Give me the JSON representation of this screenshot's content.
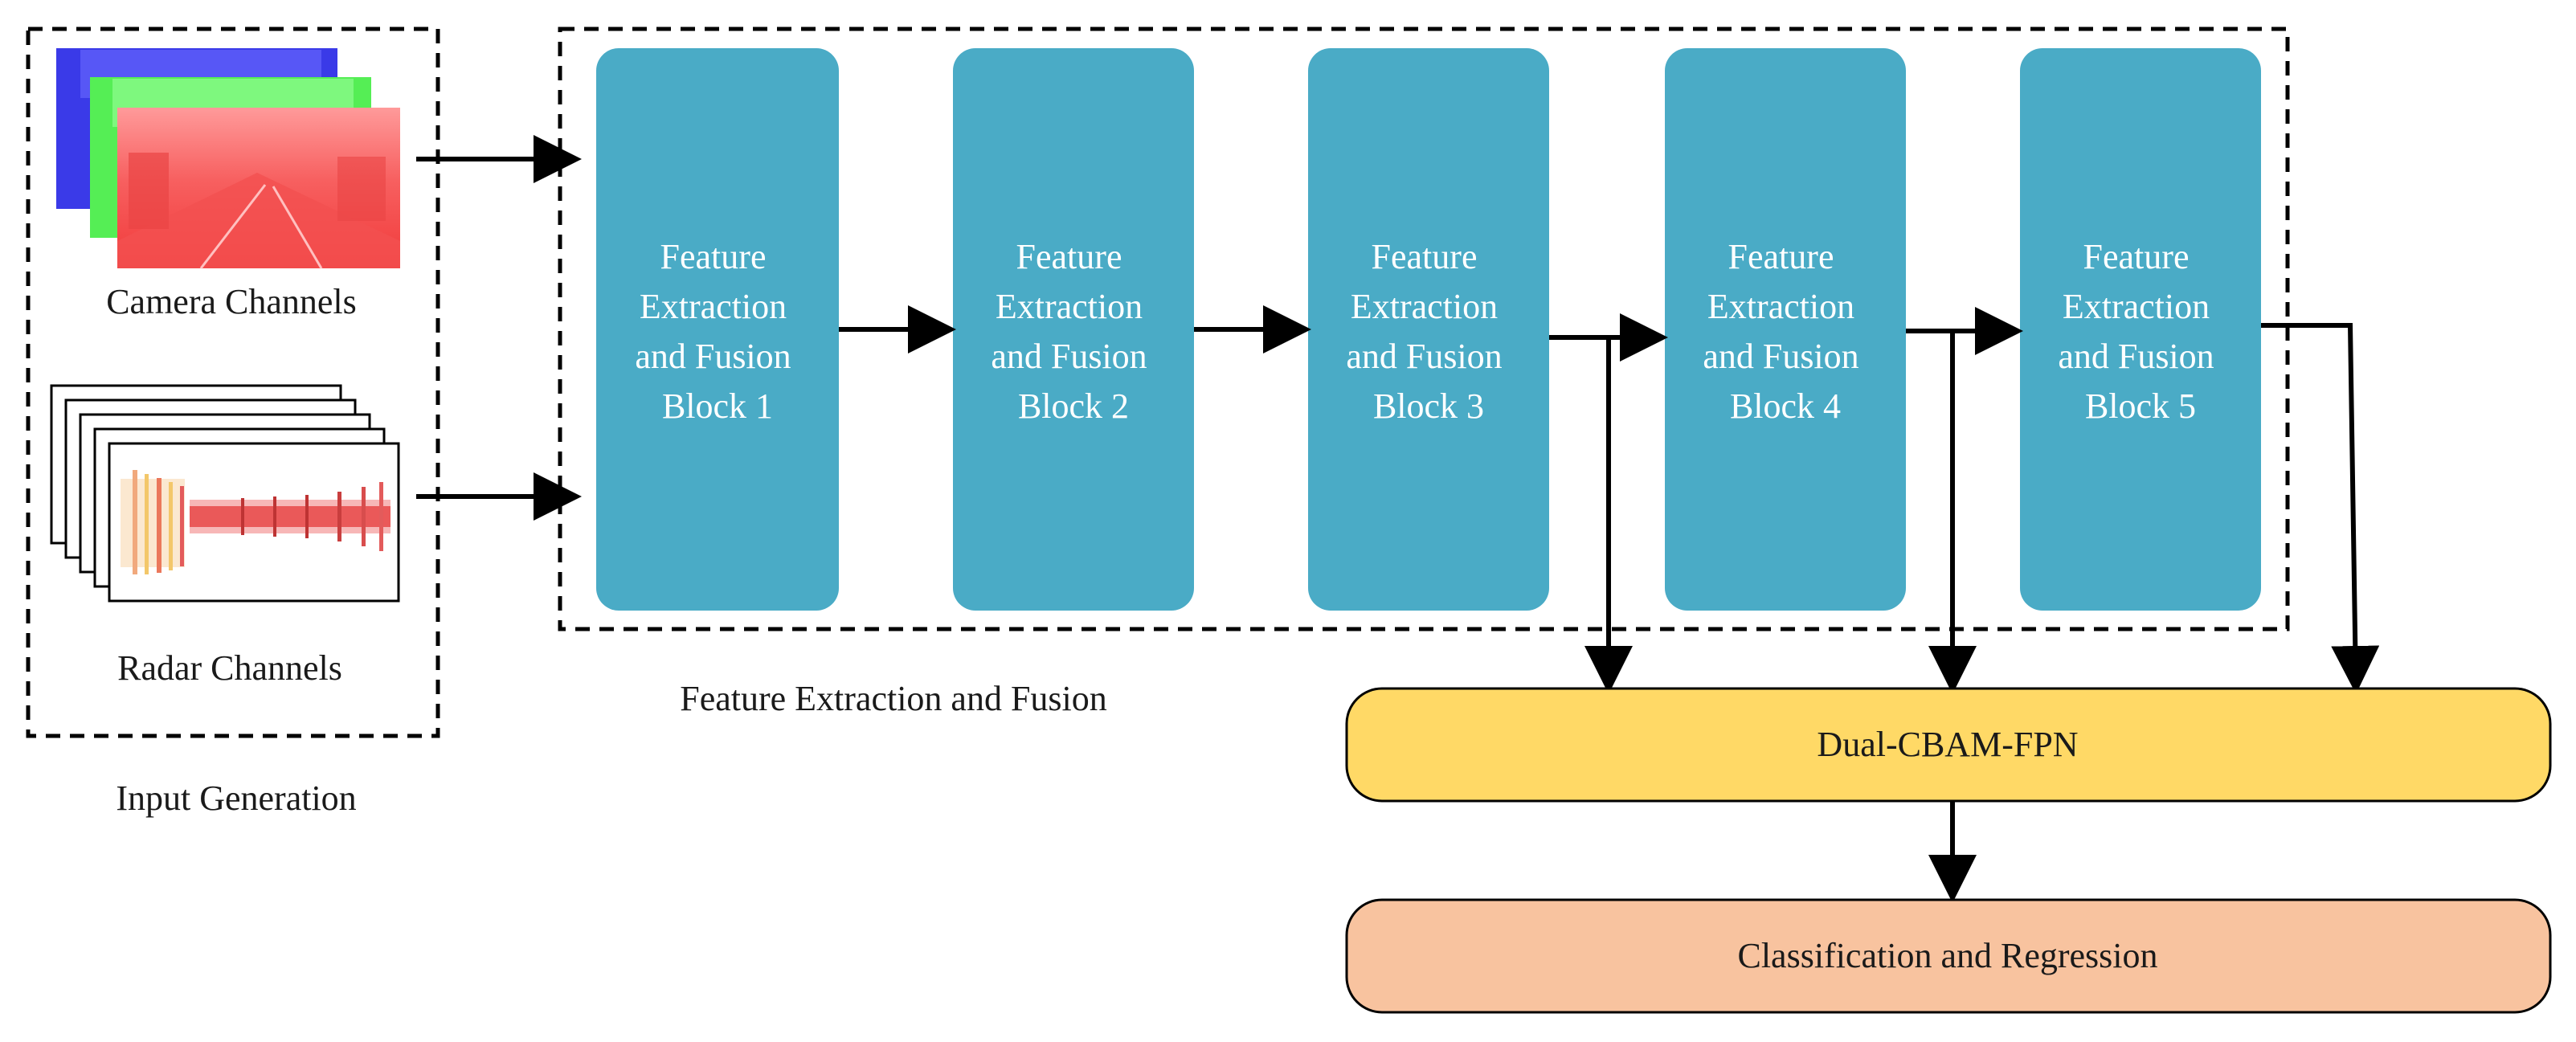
{
  "input_generation": {
    "title": "Input Generation",
    "camera_label": "Camera Channels",
    "radar_label": "Radar Channels"
  },
  "feature_extraction": {
    "title": "Feature Extraction and Fusion",
    "blocks": [
      {
        "lines": [
          "Feature",
          "Extraction",
          "and Fusion",
          "Block 1"
        ]
      },
      {
        "lines": [
          "Feature",
          "Extraction",
          "and Fusion",
          "Block 2"
        ]
      },
      {
        "lines": [
          "Feature",
          "Extraction",
          "and Fusion",
          "Block 3"
        ]
      },
      {
        "lines": [
          "Feature",
          "Extraction",
          "and Fusion",
          "Block 4"
        ]
      },
      {
        "lines": [
          "Feature",
          "Extraction",
          "and Fusion",
          "Block 5"
        ]
      }
    ]
  },
  "fpn": {
    "label": "Dual-CBAM-FPN"
  },
  "head": {
    "label": "Classification and Regression"
  },
  "colors": {
    "block": "#4aabc6",
    "fpn": "#ffd966",
    "head": "#f8c39f",
    "camera_blue": "#3a3ae8",
    "camera_green": "#55ee55",
    "camera_red": "#f45a5a"
  }
}
